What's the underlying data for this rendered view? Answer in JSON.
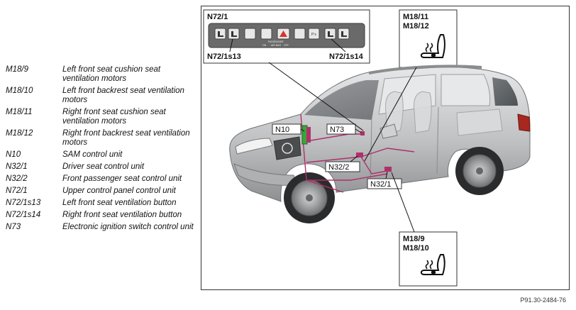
{
  "legend": [
    {
      "code": "M18/9",
      "desc": "Left front seat cushion seat ventilation motors"
    },
    {
      "code": "M18/10",
      "desc": "Left front backrest seat ventilation motors"
    },
    {
      "code": "M18/11",
      "desc": "Right front seat cushion seat ventilation motors"
    },
    {
      "code": "M18/12",
      "desc": "Right front backrest seat ventilation motors"
    },
    {
      "code": "N10",
      "desc": "SAM control unit"
    },
    {
      "code": "N32/1",
      "desc": "Driver seat control unit"
    },
    {
      "code": "N32/2",
      "desc": "Front passenger seat control unit"
    },
    {
      "code": "N72/1",
      "desc": "Upper control panel control unit"
    },
    {
      "code": "N72/1s13",
      "desc": "Left front seat ventilation button"
    },
    {
      "code": "N72/1s14",
      "desc": "Right front seat ventilation button"
    },
    {
      "code": "N73",
      "desc": "Electronic ignition switch control unit"
    }
  ],
  "diagram": {
    "panel_title": "N72/1",
    "panel_left_label": "N72/1s13",
    "panel_right_label": "N72/1s14",
    "panel_small_text_1": "PASSENGER",
    "panel_small_text_2": "AIR BAG",
    "panel_small_text_3": "OFF",
    "panel_small_text_4": "ON",
    "panel_small_text_5": "P’s",
    "seat_box_top_line1": "M18/11",
    "seat_box_top_line2": "M18/12",
    "seat_box_bottom_line1": "M18/9",
    "seat_box_bottom_line2": "M18/10",
    "callout_n10": "N10",
    "callout_n73": "N73",
    "callout_n32_2": "N32/2",
    "callout_n32_1": "N32/1"
  },
  "reference": "P91.30-2484-76",
  "colors": {
    "wiring": "#b0306a",
    "connector_green": "#3aa53a",
    "car_body": "#c7c9cb",
    "panel": "#5c5c5c",
    "hazard": "#d8322a"
  }
}
